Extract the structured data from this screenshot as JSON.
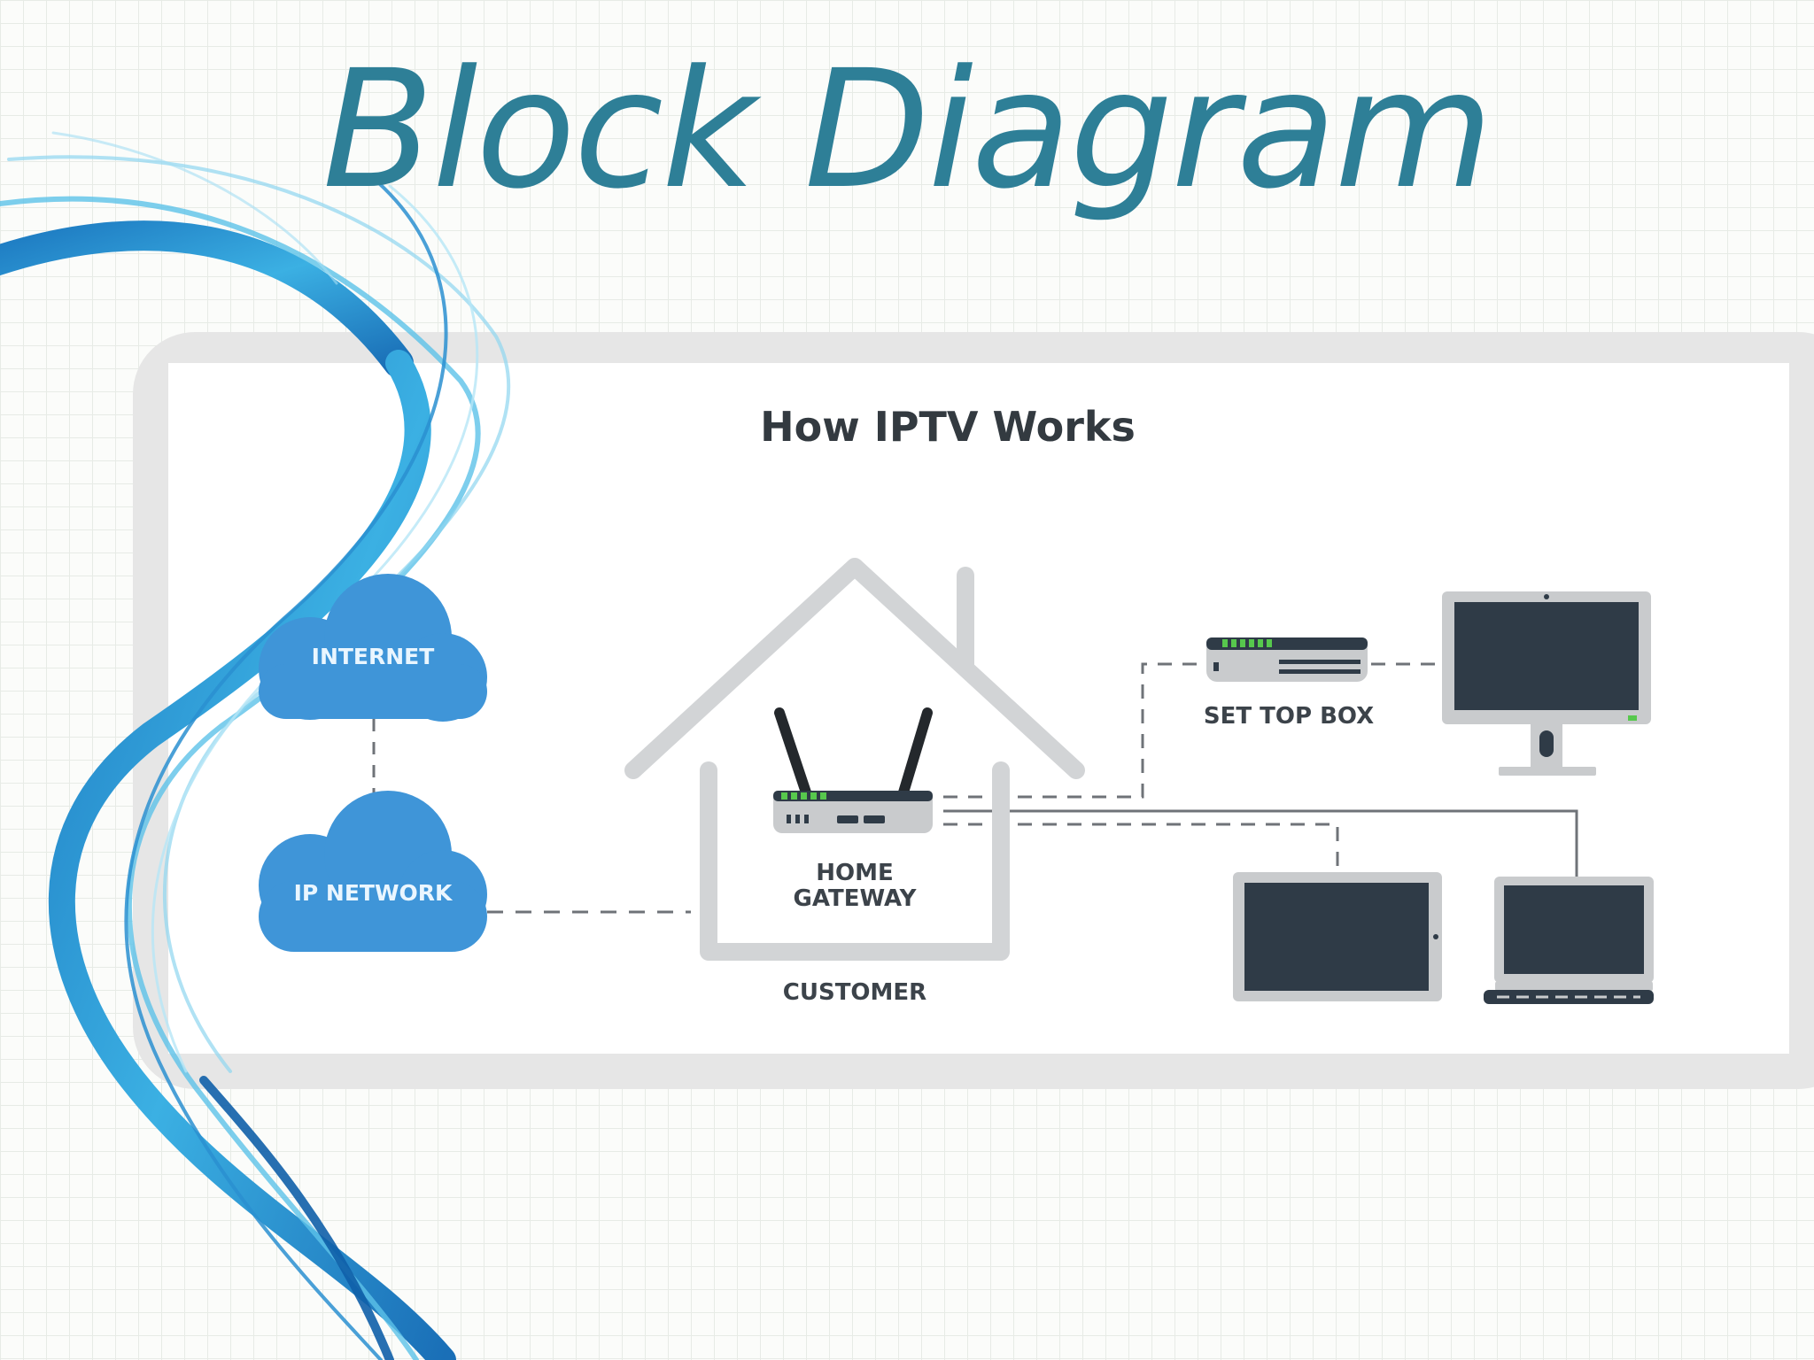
{
  "slide": {
    "title": "Block Diagram"
  },
  "diagram": {
    "title": "How IPTV Works",
    "nodes": {
      "internet": {
        "label": "INTERNET"
      },
      "ip_network": {
        "label": "IP NETWORK"
      },
      "home_gateway": {
        "label": "HOME GATEWAY"
      },
      "customer": {
        "label": "CUSTOMER"
      },
      "set_top_box": {
        "label": "SET TOP BOX"
      }
    }
  },
  "colors": {
    "title": "#2e7f97",
    "cloud": "#3f95d8",
    "device_dark": "#2f3b47",
    "device_frame": "#c7c9cb",
    "house": "#cfd1d3",
    "connector": "#6f7378",
    "diagram_title": "#333a40"
  },
  "icons": [
    "cloud-icon",
    "router-icon",
    "house-icon",
    "set-top-box-icon",
    "monitor-icon",
    "tablet-icon",
    "laptop-icon"
  ]
}
